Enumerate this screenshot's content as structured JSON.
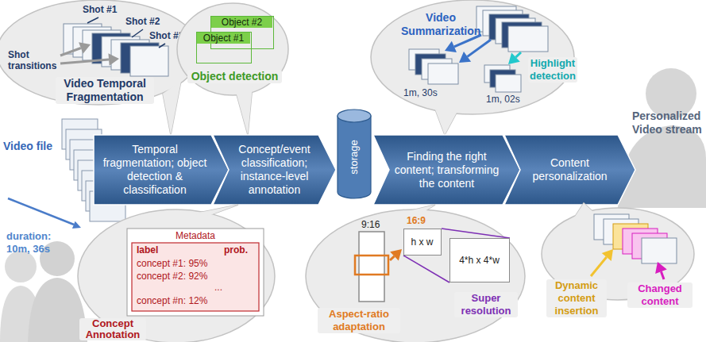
{
  "diagram": {
    "nodes": [
      {
        "text": [
          "Shot #1",
          "Shot #2",
          "Shot #3",
          "Shot transitions",
          "Video Temporal Fragmentation"
        ]
      },
      {
        "text": [
          "Object detection"
        ]
      },
      {
        "text": [
          "Object #2"
        ],
        "in": 1
      },
      {
        "text": [
          "Object #1"
        ],
        "in": 1
      },
      {
        "text": [
          "Video Summarization",
          "Highlight detection",
          "1m, 30s",
          "1m, 02s"
        ]
      },
      {
        "text": [
          "Temporal fragmentation; object detection & classification"
        ]
      },
      {
        "text": [
          "Concept/event classification; instance-level annotation"
        ]
      },
      {
        "text": [
          "storage"
        ]
      },
      {
        "text": [
          "Finding the right content; transforming the content"
        ]
      },
      {
        "text": [
          "Content personalization"
        ]
      },
      {
        "text": [
          "Concept Annotation"
        ]
      },
      {
        "text": [
          "Metadata",
          "label",
          "prob.",
          "concept #1: 95%",
          "concept #2: 92%",
          "...",
          "concept #n: 12%"
        ],
        "in": 10
      },
      {
        "text": [
          "9:16",
          "16:9",
          "Aspect-ratio adaptation",
          "Super resolution"
        ]
      },
      {
        "text": [
          "h x w"
        ],
        "in": 12
      },
      {
        "text": [
          "4*h x 4*w"
        ],
        "in": 12
      },
      {
        "text": [
          "Dynamic content insertion",
          "Changed content"
        ]
      }
    ],
    "labels": [
      "Video file",
      "duration: 10m, 36s",
      "Personalized Video stream"
    ]
  }
}
